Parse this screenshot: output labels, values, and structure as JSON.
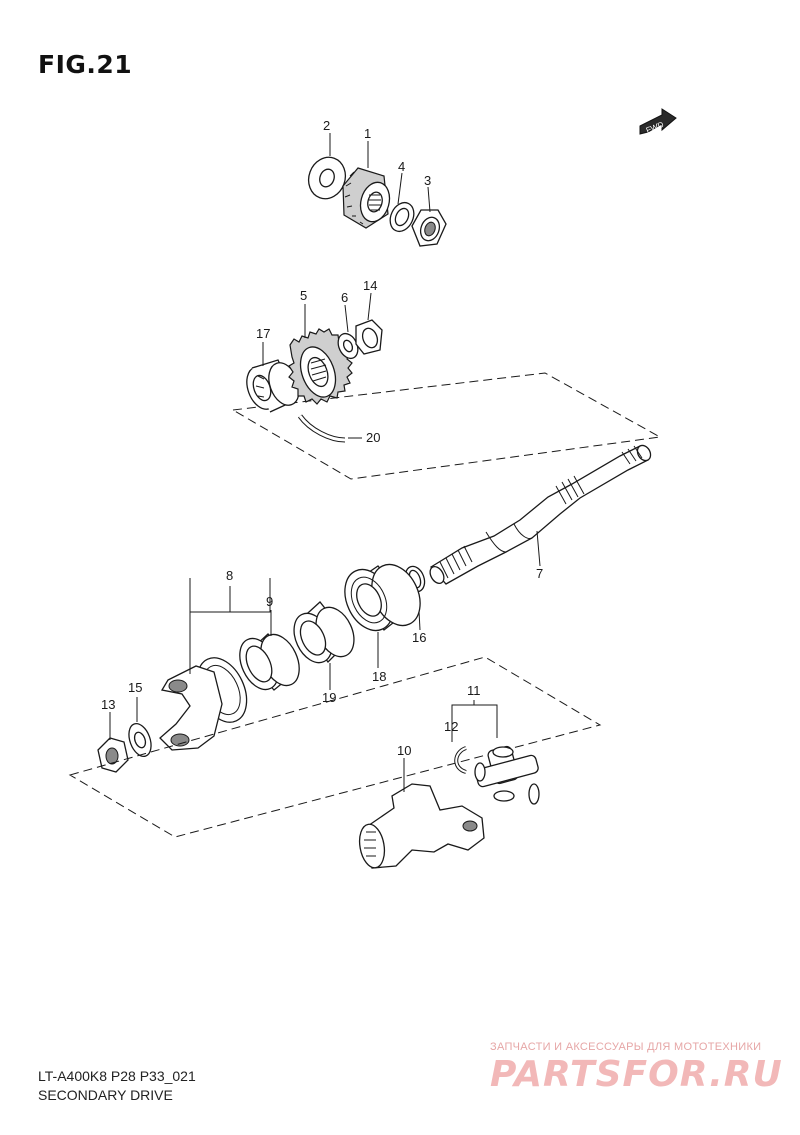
{
  "figure": {
    "title": "FIG.21",
    "code": "LT-A400K8 P28 P33_021",
    "name": "SECONDARY DRIVE",
    "direction_badge": "FWD"
  },
  "watermark": {
    "tagline": "ЗАПЧАСТИ И АКСЕССУАРЫ ДЛЯ МОТОТЕХНИКИ",
    "brand": "PARTSFOR.RU"
  },
  "callouts": {
    "p1": "1",
    "p2": "2",
    "p3": "3",
    "p4": "4",
    "p5": "5",
    "p6": "6",
    "p7": "7",
    "p8": "8",
    "p9": "9",
    "p10": "10",
    "p11": "11",
    "p12": "12",
    "p13": "13",
    "p14": "14",
    "p15": "15",
    "p16": "16",
    "p17": "17",
    "p18": "18",
    "p19": "19",
    "p20": "20"
  }
}
